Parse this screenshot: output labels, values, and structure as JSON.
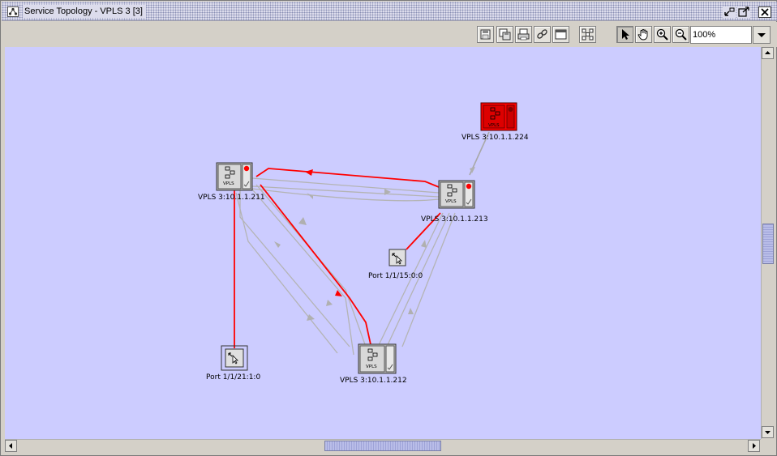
{
  "window": {
    "title": "Service Topology - VPLS 3 [3]",
    "controls": [
      "minimize-icon",
      "maximize-icon",
      "close-icon"
    ]
  },
  "toolbar": {
    "buttons": [
      "save-icon",
      "save-as-icon",
      "print-icon",
      "link-icon",
      "window-icon",
      "layout-icon",
      "select-icon",
      "pan-hand-icon",
      "zoom-in-icon",
      "zoom-out-icon"
    ],
    "selected_tool": "select-icon",
    "zoom": "100%"
  },
  "topology": {
    "nodes": [
      {
        "label": "VPLS 3:10.1.1.224",
        "status": "alarm",
        "color": "#ff0000"
      },
      {
        "label": "VPLS 3:10.1.1.211",
        "status": "alarm",
        "color": "#c0c0c0"
      },
      {
        "label": "VPLS 3:10.1.1.213",
        "status": "alarm",
        "color": "#c0c0c0"
      },
      {
        "label": "VPLS 3:10.1.1.212",
        "status": "normal",
        "color": "#c0c0c0"
      }
    ],
    "ports": [
      {
        "label": "Port 1/1/15:0:0"
      },
      {
        "label": "Port 1/1/21:1:0"
      }
    ],
    "colors": {
      "background": "#ccccff",
      "link_active": "#ff0000",
      "link_inactive": "#b0b0b0"
    }
  }
}
